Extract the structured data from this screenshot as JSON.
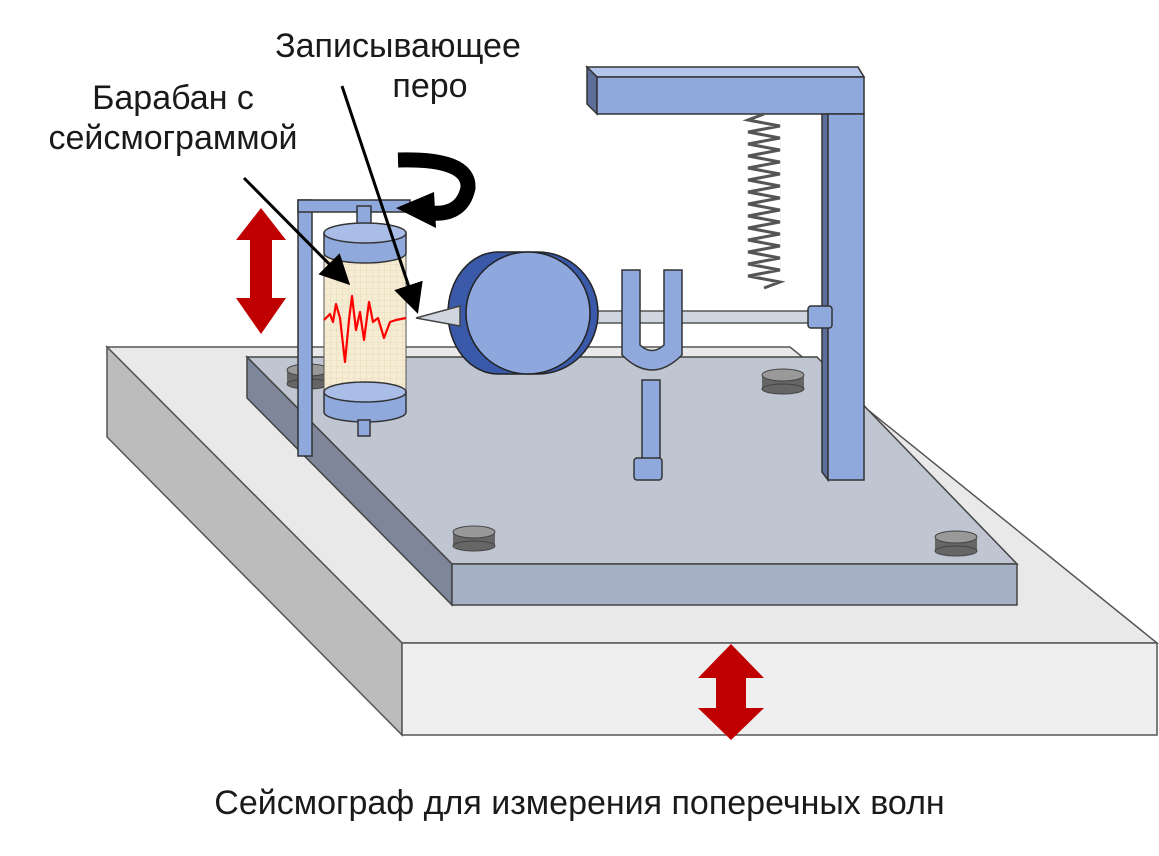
{
  "labels": {
    "pen_line1": "Записывающее",
    "pen_line2": "перо",
    "drum_line1": "Барабан с",
    "drum_line2": "сейсмограммой"
  },
  "caption": "Сейсмограф для измерения поперечных волн",
  "colors": {
    "ground_top": "#e9e9e9",
    "ground_front": "#efefef",
    "ground_side": "#bcbcbc",
    "plate_top": "#bfc6d2",
    "plate_front": "#a6b0c4",
    "plate_side": "#7d8799",
    "frame_blue": "#8fa9dc",
    "frame_dark": "#5c6e99",
    "mass_blue": "#8ea8dd",
    "arrow_red": "#c00000",
    "trace_red": "#ff0000",
    "paper": "#f6ecd4"
  }
}
